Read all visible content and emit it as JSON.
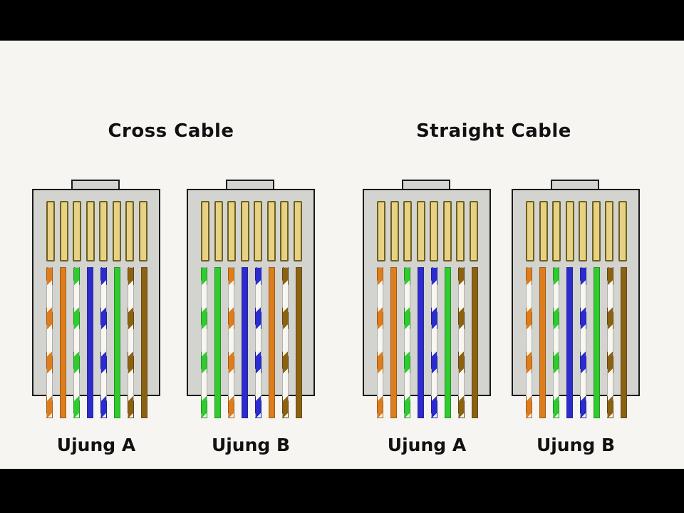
{
  "titles": {
    "cross": "Cross Cable",
    "straight": "Straight Cable"
  },
  "pin_count": 8,
  "connectors": [
    {
      "section": "Cross Cable",
      "label": "Ujung A",
      "wires": [
        "white-orange",
        "orange",
        "white-green",
        "blue",
        "white-blue",
        "green",
        "white-brown",
        "brown"
      ]
    },
    {
      "section": "Cross Cable",
      "label": "Ujung B",
      "wires": [
        "white-green",
        "green",
        "white-orange",
        "blue",
        "white-blue",
        "orange",
        "white-brown",
        "brown"
      ]
    },
    {
      "section": "Straight Cable",
      "label": "Ujung A",
      "wires": [
        "white-orange",
        "orange",
        "white-green",
        "blue",
        "white-blue",
        "green",
        "white-brown",
        "brown"
      ]
    },
    {
      "section": "Straight Cable",
      "label": "Ujung B",
      "wires": [
        "white-orange",
        "orange",
        "white-green",
        "blue",
        "white-blue",
        "green",
        "white-brown",
        "brown"
      ]
    }
  ],
  "wire_colors": {
    "orange": "#de7d1c",
    "green": "#2ecc2e",
    "blue": "#2b2bd0",
    "brown": "#8a6212",
    "white": "#f7f6f1"
  },
  "ui_colors": {
    "page_bar": "#000000",
    "panel": "#f7f5f2",
    "connector_body": "#d3d3d0",
    "connector_border": "#1a1a1a",
    "pin_fill": "#e7d183",
    "pin_border": "#6d5f20",
    "title_text": "#111111"
  }
}
